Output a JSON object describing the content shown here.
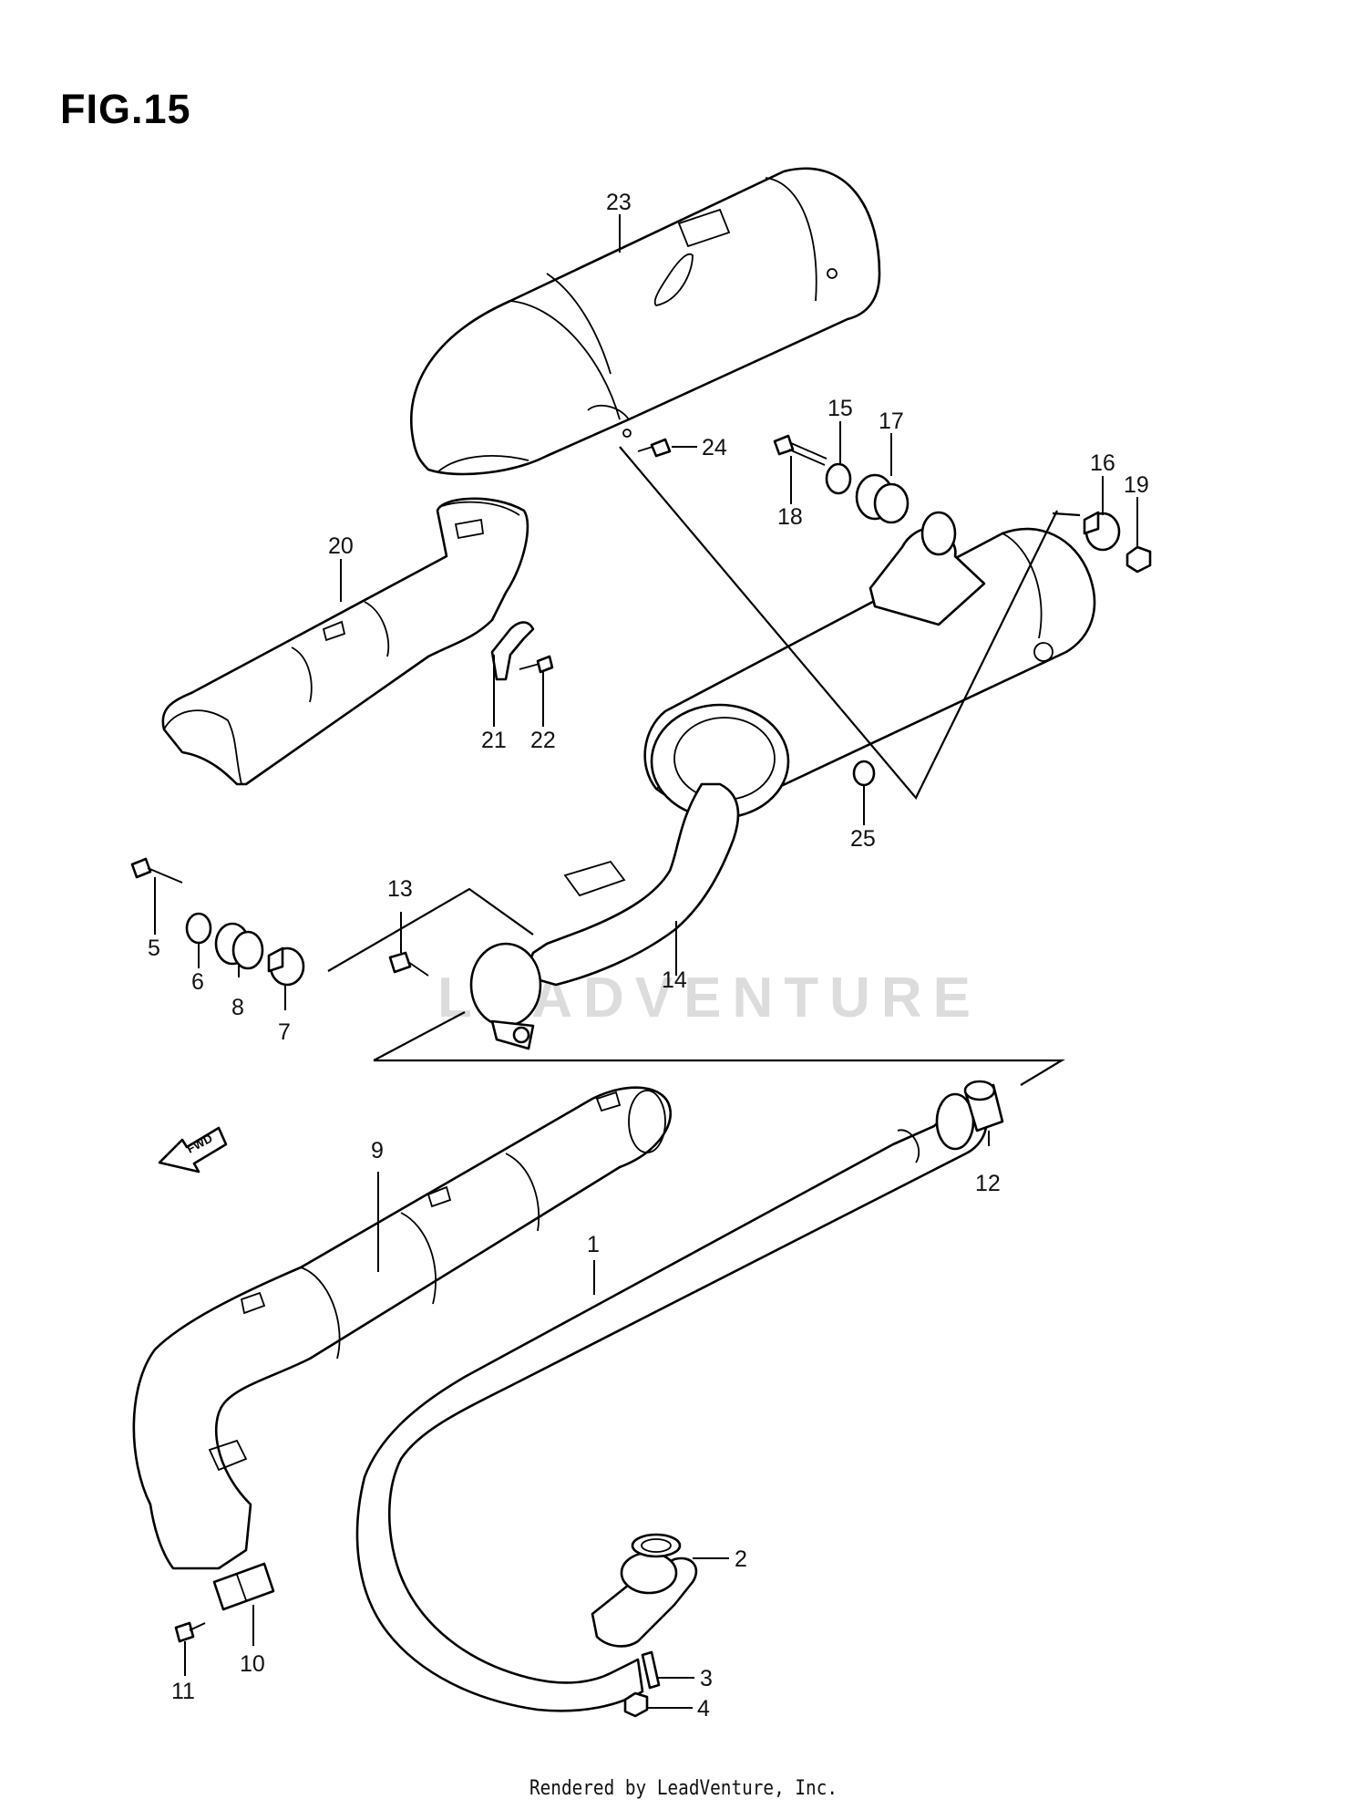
{
  "figure": {
    "title": "FIG.15",
    "footer": "Rendered by LeadVenture, Inc.",
    "watermark": "LEADVENTURE",
    "fwd_label": "FWD"
  },
  "callouts": {
    "c1": "1",
    "c2": "2",
    "c3": "3",
    "c4": "4",
    "c5": "5",
    "c6": "6",
    "c7": "7",
    "c8": "8",
    "c9": "9",
    "c10": "10",
    "c11": "11",
    "c12": "12",
    "c13": "13",
    "c14": "14",
    "c15": "15",
    "c16": "16",
    "c17": "17",
    "c18": "18",
    "c19": "19",
    "c20": "20",
    "c21": "21",
    "c22": "22",
    "c23": "23",
    "c24": "24",
    "c25": "25"
  }
}
